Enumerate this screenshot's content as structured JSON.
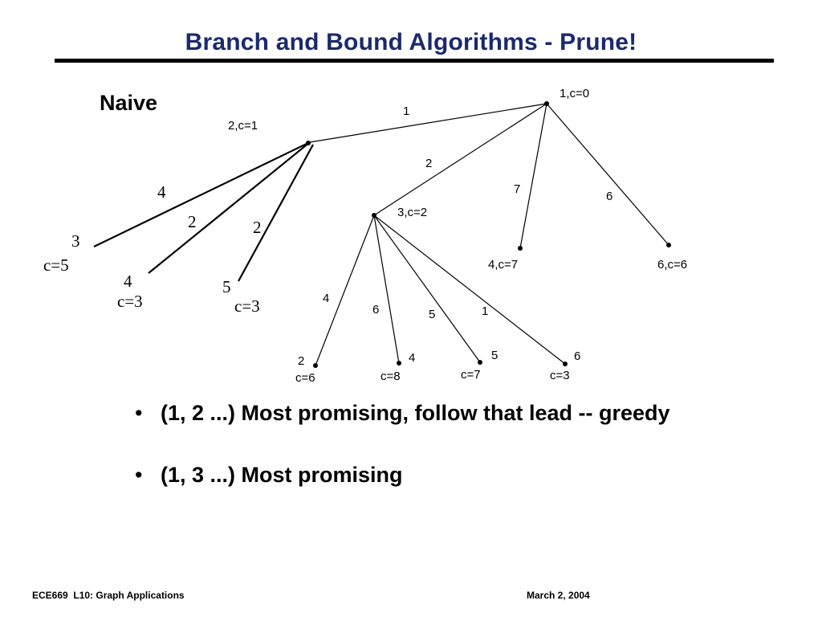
{
  "title": "Branch and Bound Algorithms - Prune!",
  "diagram": {
    "heading": "Naive",
    "node_labels": {
      "n1": "1,c=0",
      "n2": "2,c=1",
      "n3": "3,c=2",
      "n4": "4,c=7",
      "n6": "6,c=6",
      "l2": "2",
      "l2c": "c=6",
      "l4": "4",
      "l4c": "c=8",
      "l5": "5",
      "l5c": "c=7",
      "l6": "6",
      "l6c": "c=3",
      "h3": "3",
      "h3c": "c=5",
      "h4": "4",
      "h4c": "c=3",
      "h5": "5",
      "h5c": "c=3"
    },
    "edge_labels": {
      "e12": "1",
      "e13": "2",
      "e14": "7",
      "e16": "6",
      "e32": "4",
      "e34": "6",
      "e35": "5",
      "e36": "1",
      "h_e3": "4",
      "h_e4": "2",
      "h_e5": "2"
    }
  },
  "bullets": [
    "(1, 2 ...) Most promising, follow that lead -- greedy",
    "(1, 3 ...) Most promising"
  ],
  "bullet_symbol": "•",
  "footer": {
    "left": "ECE669  L10: Graph Applications",
    "right": "March 2, 2004"
  },
  "colors": {
    "title": "#1a2a6c",
    "rule": "#000000"
  }
}
